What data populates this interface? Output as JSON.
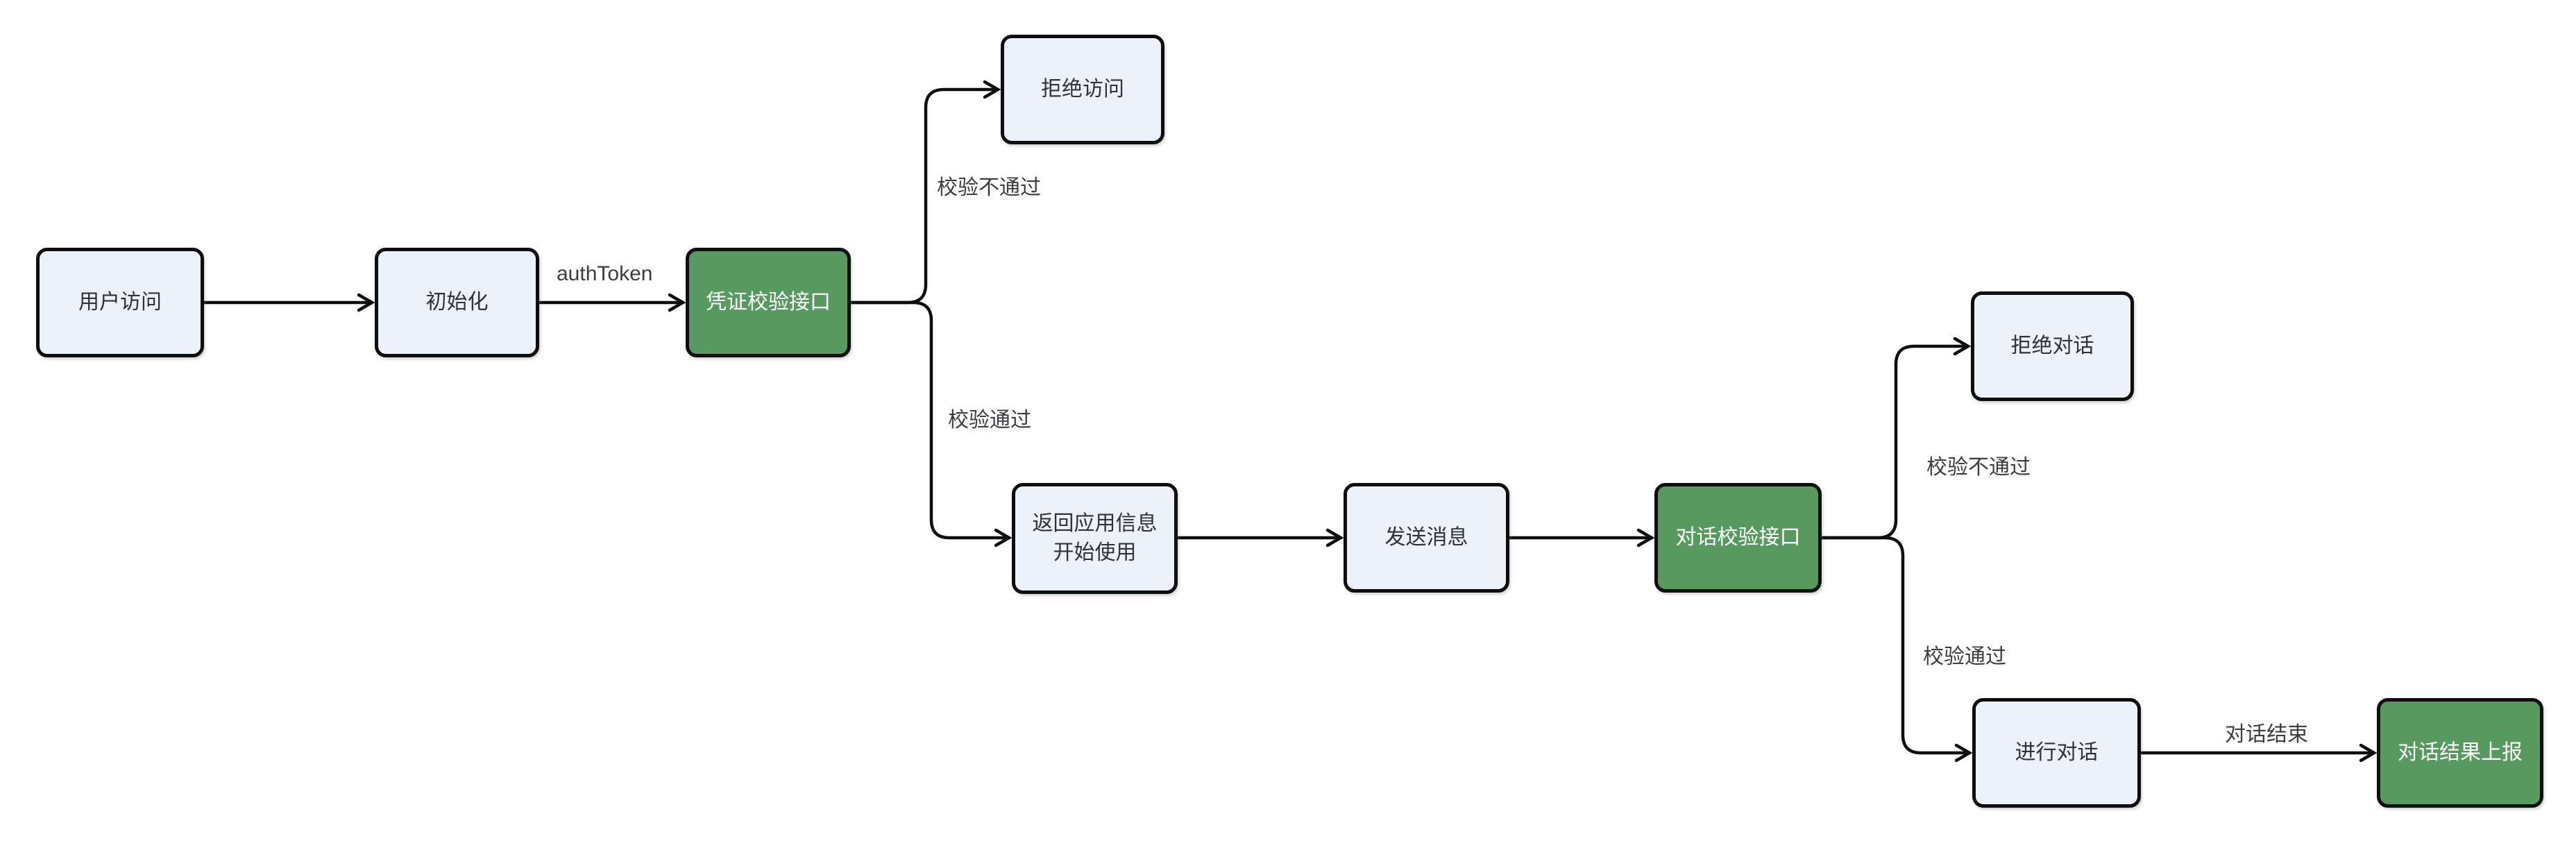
{
  "diagram": {
    "title": "auth-and-dialog-flowchart",
    "colors": {
      "background": "#ffffff",
      "node_fill": "#ecf1fa",
      "node_border": "#0e0e0e",
      "node_text": "#2d333b",
      "green_node_fill": "#579a60",
      "green_node_text": "#ffffff",
      "edge_line": "#0e0e0e",
      "edge_label_text": "#393e44"
    },
    "nodes": [
      {
        "id": "user-access",
        "label": "用户访问",
        "variant": "light"
      },
      {
        "id": "init",
        "label": "初始化",
        "variant": "light"
      },
      {
        "id": "credential-check-api",
        "label": "凭证校验接口",
        "variant": "green"
      },
      {
        "id": "deny-access",
        "label": "拒绝访问",
        "variant": "light"
      },
      {
        "id": "return-app-info",
        "label": "返回应用信息\n开始使用",
        "variant": "light"
      },
      {
        "id": "send-message",
        "label": "发送消息",
        "variant": "light"
      },
      {
        "id": "dialog-check-api",
        "label": "对话校验接口",
        "variant": "green"
      },
      {
        "id": "deny-dialog",
        "label": "拒绝对话",
        "variant": "light"
      },
      {
        "id": "do-dialog",
        "label": "进行对话",
        "variant": "light"
      },
      {
        "id": "dialog-result-report",
        "label": "对话结果上报",
        "variant": "green"
      }
    ],
    "edges": [
      {
        "from": "user-access",
        "to": "init",
        "label": ""
      },
      {
        "from": "init",
        "to": "credential-check-api",
        "label": "authToken"
      },
      {
        "from": "credential-check-api",
        "to": "deny-access",
        "label": "校验不通过"
      },
      {
        "from": "credential-check-api",
        "to": "return-app-info",
        "label": "校验通过"
      },
      {
        "from": "return-app-info",
        "to": "send-message",
        "label": ""
      },
      {
        "from": "send-message",
        "to": "dialog-check-api",
        "label": ""
      },
      {
        "from": "dialog-check-api",
        "to": "deny-dialog",
        "label": "校验不通过"
      },
      {
        "from": "dialog-check-api",
        "to": "do-dialog",
        "label": "校验通过"
      },
      {
        "from": "do-dialog",
        "to": "dialog-result-report",
        "label": "对话结束"
      }
    ]
  }
}
